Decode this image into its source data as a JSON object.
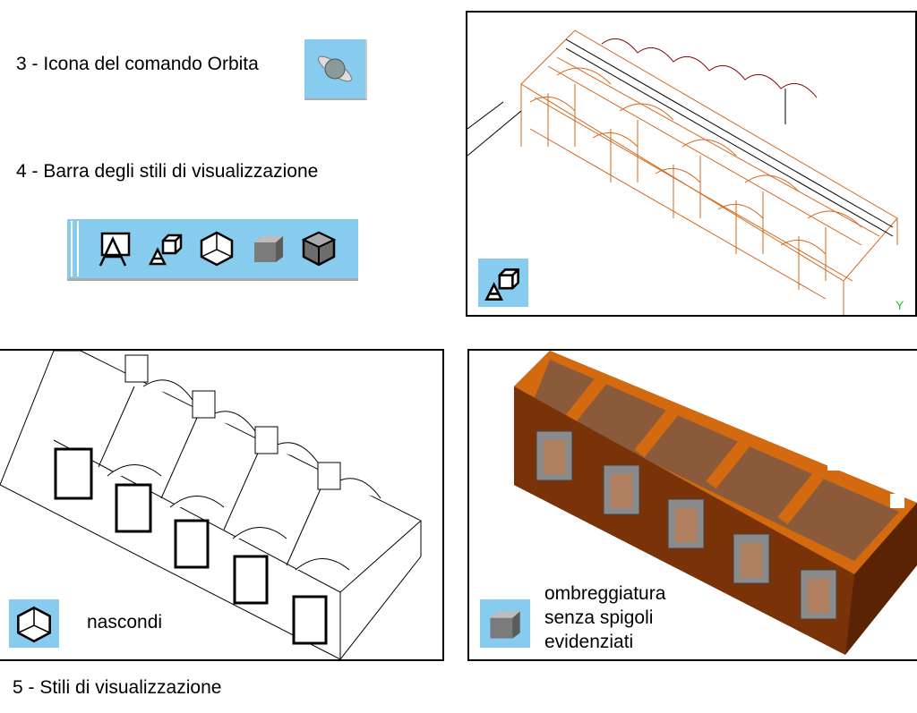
{
  "section3": {
    "caption": "3 - Icona del comando Orbita",
    "icon": "orbit-icon"
  },
  "section4": {
    "caption": "4 - Barra degli stili di visualizzazione",
    "toolbar_icons": [
      "2d-wireframe-icon",
      "3d-wireframe-icon",
      "hidden-icon",
      "flat-shaded-icon",
      "shaded-edges-icon"
    ]
  },
  "panels": {
    "wireframe": {
      "icon": "3d-wireframe-icon",
      "axis_label": "Y"
    },
    "hidden": {
      "icon": "hidden-icon",
      "label": "nascondi"
    },
    "shaded": {
      "icon": "flat-shaded-icon",
      "label_lines": [
        "ombreggiatura",
        "senza spigoli",
        "evidenziati"
      ]
    }
  },
  "section5": {
    "caption": "5 - Stili di visualizzazione"
  },
  "colors": {
    "icon_bg": "#87ccef",
    "wire": "#d2691e",
    "brick": "#8b3a0a",
    "brick_top": "#d46a10"
  }
}
